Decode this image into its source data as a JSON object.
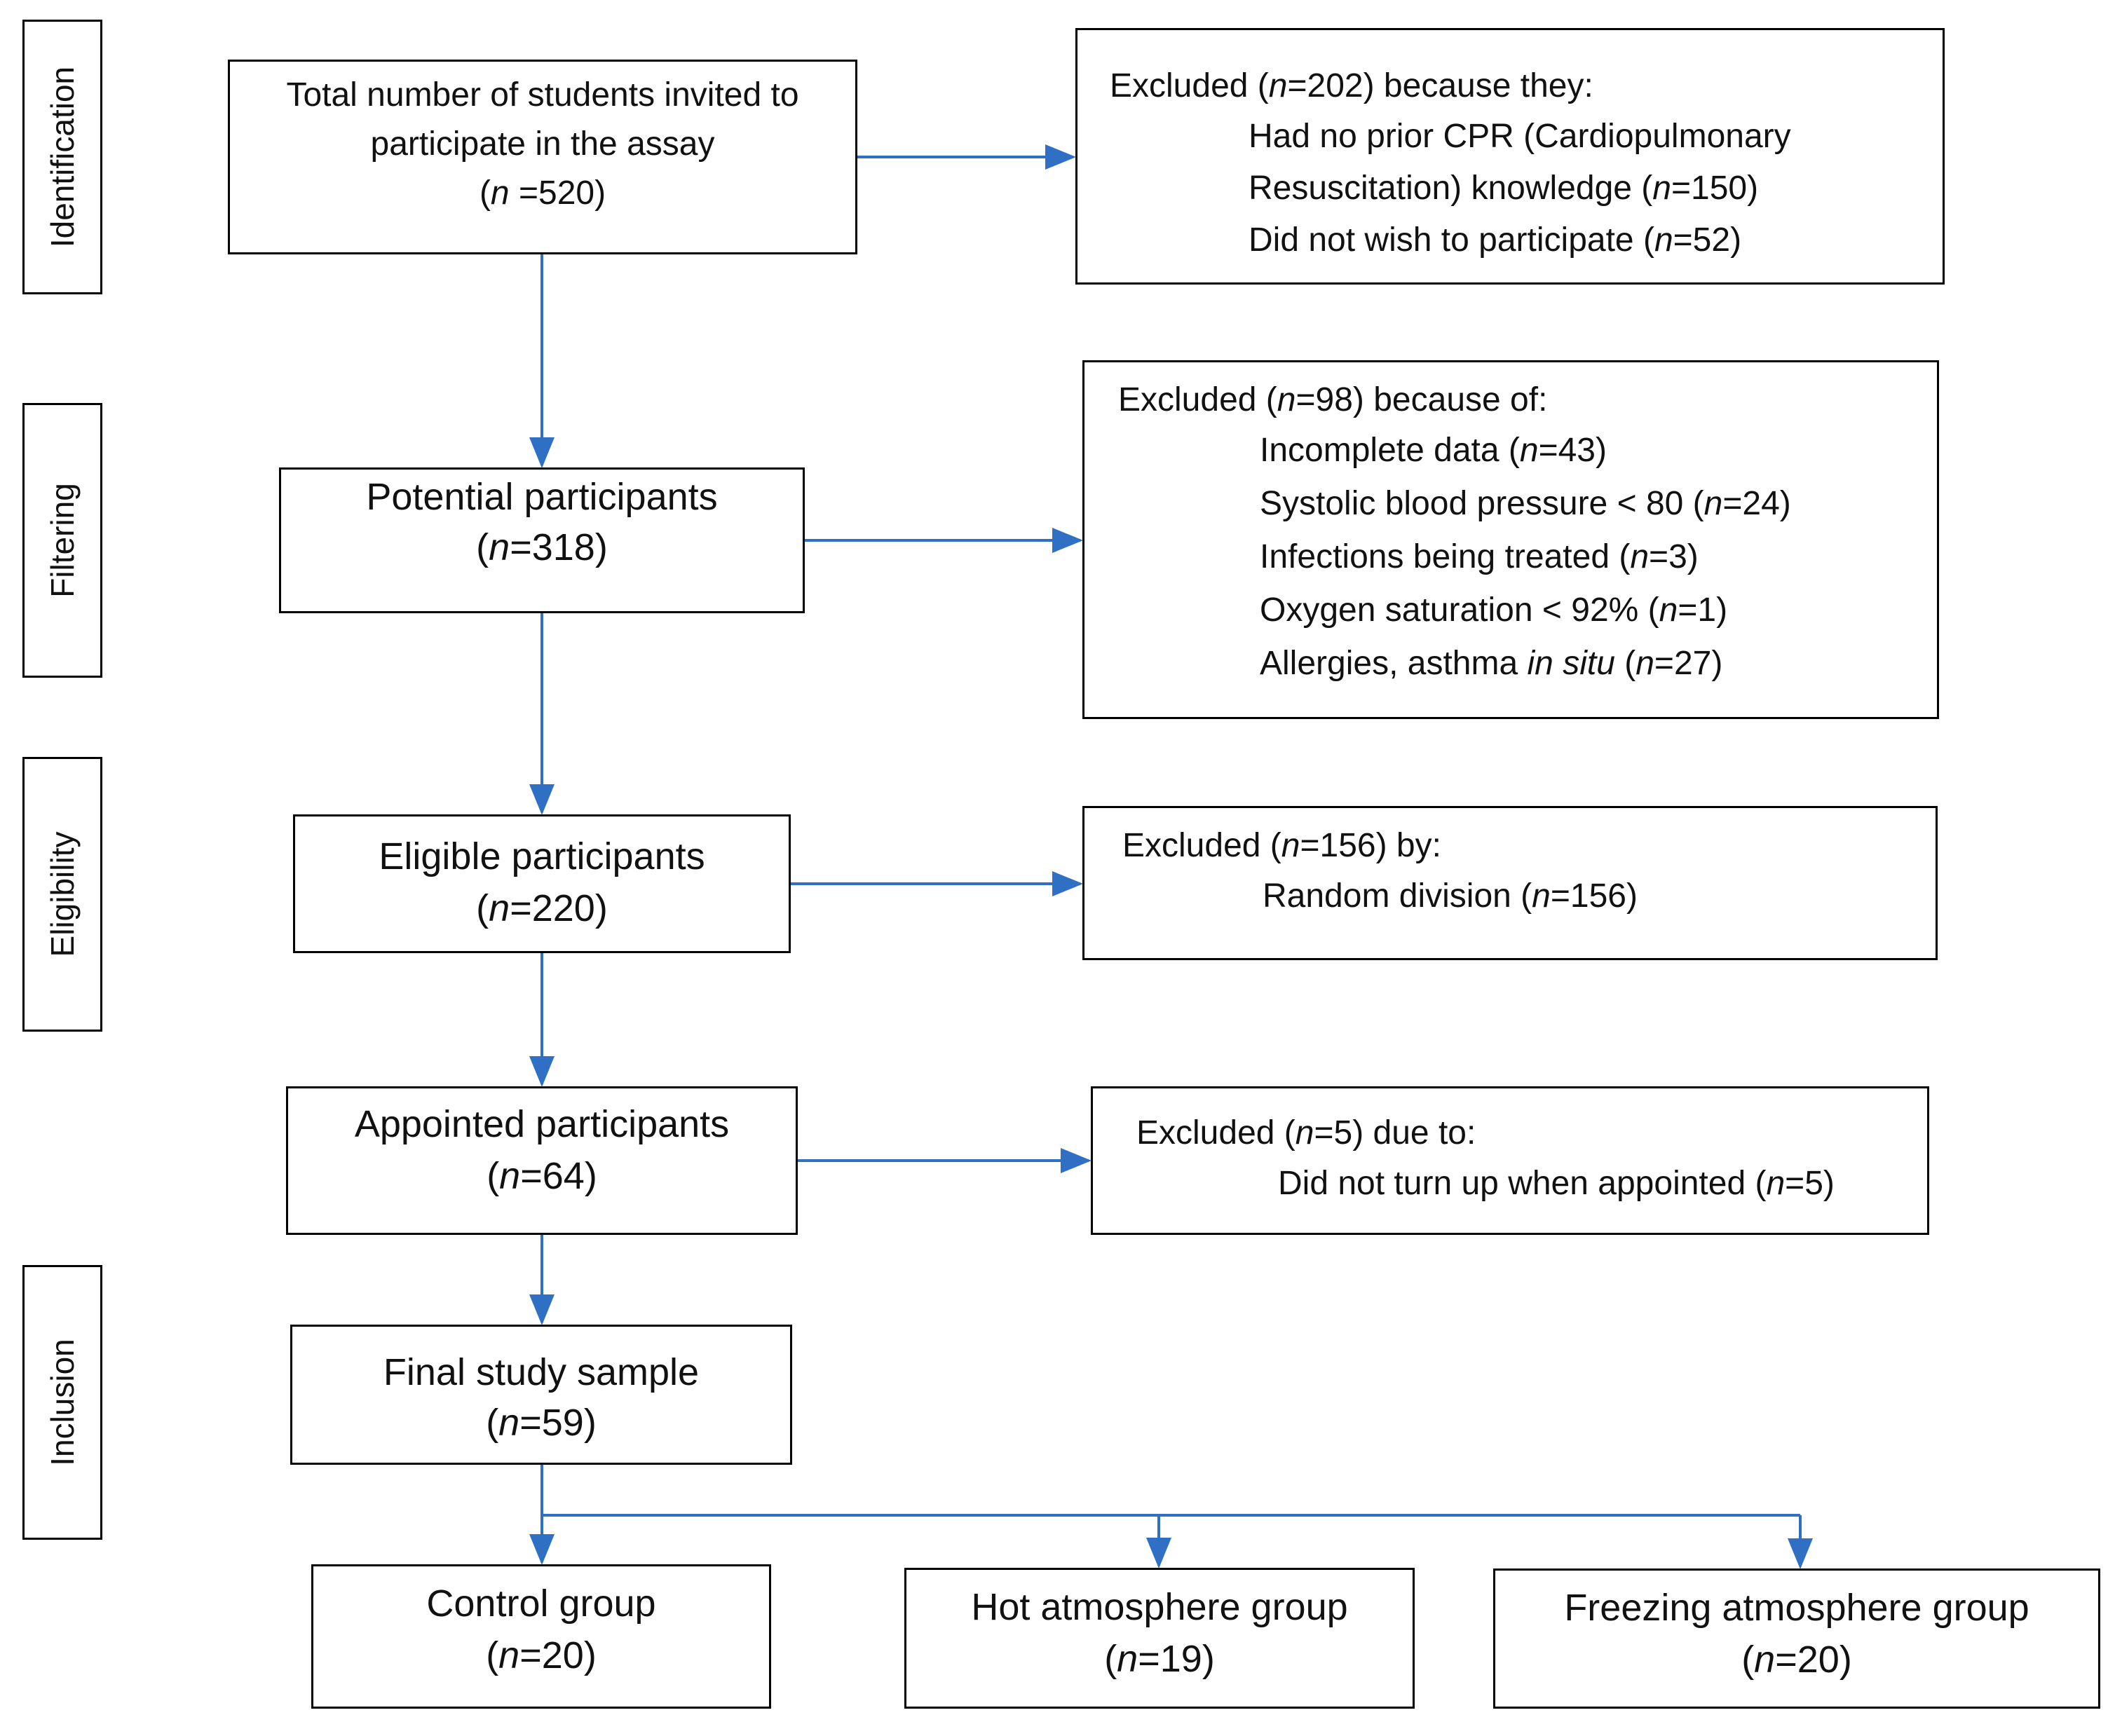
{
  "stages": [
    "Identification",
    "Filtering",
    "Eligibility",
    "Inclusion"
  ],
  "n_prefix": "n",
  "main_boxes": {
    "total": {
      "title_line1": "Total number of students invited to",
      "title_line2": "participate in the assay",
      "count": " =520)"
    },
    "potential": {
      "title": "Potential participants",
      "count": "=318)"
    },
    "eligible": {
      "title": "Eligible participants",
      "count": "=220)"
    },
    "appointed": {
      "title": "Appointed participants",
      "count": "=64)"
    },
    "final": {
      "title": "Final study sample",
      "count": "=59)"
    }
  },
  "exclusions": {
    "identification": {
      "header_pre": "Excluded (",
      "header_post": "=202) because they:",
      "item1_line1": "Had no prior CPR (Cardiopulmonary",
      "item1_line2_text": "Resuscitation) knowledge (",
      "item1_line2_count": "=150)",
      "item2_text": "Did not wish to participate (",
      "item2_count": "=52)"
    },
    "filtering": {
      "header_pre": "Excluded (",
      "header_post": "=98) because of:",
      "items": [
        {
          "text": "Incomplete data (",
          "count": "=43)"
        },
        {
          "text": "Systolic blood pressure < 80 (",
          "count": "=24)"
        },
        {
          "text": "Infections being treated (",
          "count": "=3)"
        },
        {
          "text": "Oxygen saturation < 92% (",
          "count": "=1)"
        }
      ],
      "item5_text": "Allergies, asthma ",
      "item5_italic": "in situ",
      "item5_mid": " (",
      "item5_count": "=27)"
    },
    "eligibility": {
      "header_pre": "Excluded (",
      "header_post": "=156) by:",
      "item_text": "Random division (",
      "item_count": "=156)"
    },
    "appointment": {
      "header_pre": "Excluded (",
      "header_post": "=5) due to:",
      "item_text": "Did not turn up when appointed (",
      "item_count": "=5)"
    }
  },
  "groups": [
    {
      "name": "Control group",
      "count": "=20)"
    },
    {
      "name": "Hot atmosphere group",
      "count": "=19)"
    },
    {
      "name": "Freezing atmosphere group",
      "count": "=20)"
    }
  ],
  "colors": {
    "arrow": "#2f6fc4",
    "border": "#000000"
  }
}
